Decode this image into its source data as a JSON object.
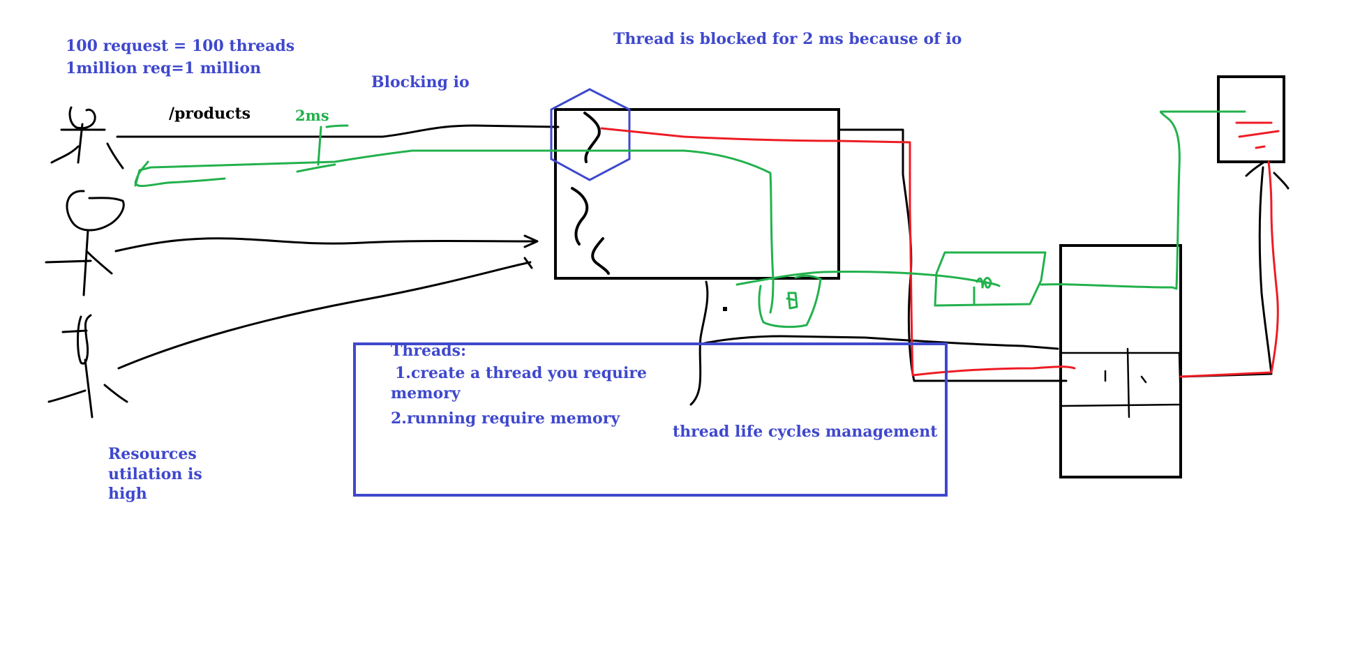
{
  "notes": {
    "req_line1": "100 request = 100 threads",
    "req_line2": "1million req=1 million",
    "blocked": "Thread is blocked for 2 ms because of io",
    "blocking_io": "Blocking io",
    "products": "/products",
    "latency": "2ms",
    "threads_title": "Threads:",
    "threads_item1": "1.create a thread you require\nmemory",
    "threads_item2": "2.running require memory",
    "lifecycle": "thread life cycles management",
    "resources": "Resources\nutilation is\nhigh"
  },
  "colors": {
    "ink": "#000000",
    "note": "#3f48cc",
    "green_path": "#22b14c",
    "red_path": "#ed1c24"
  }
}
